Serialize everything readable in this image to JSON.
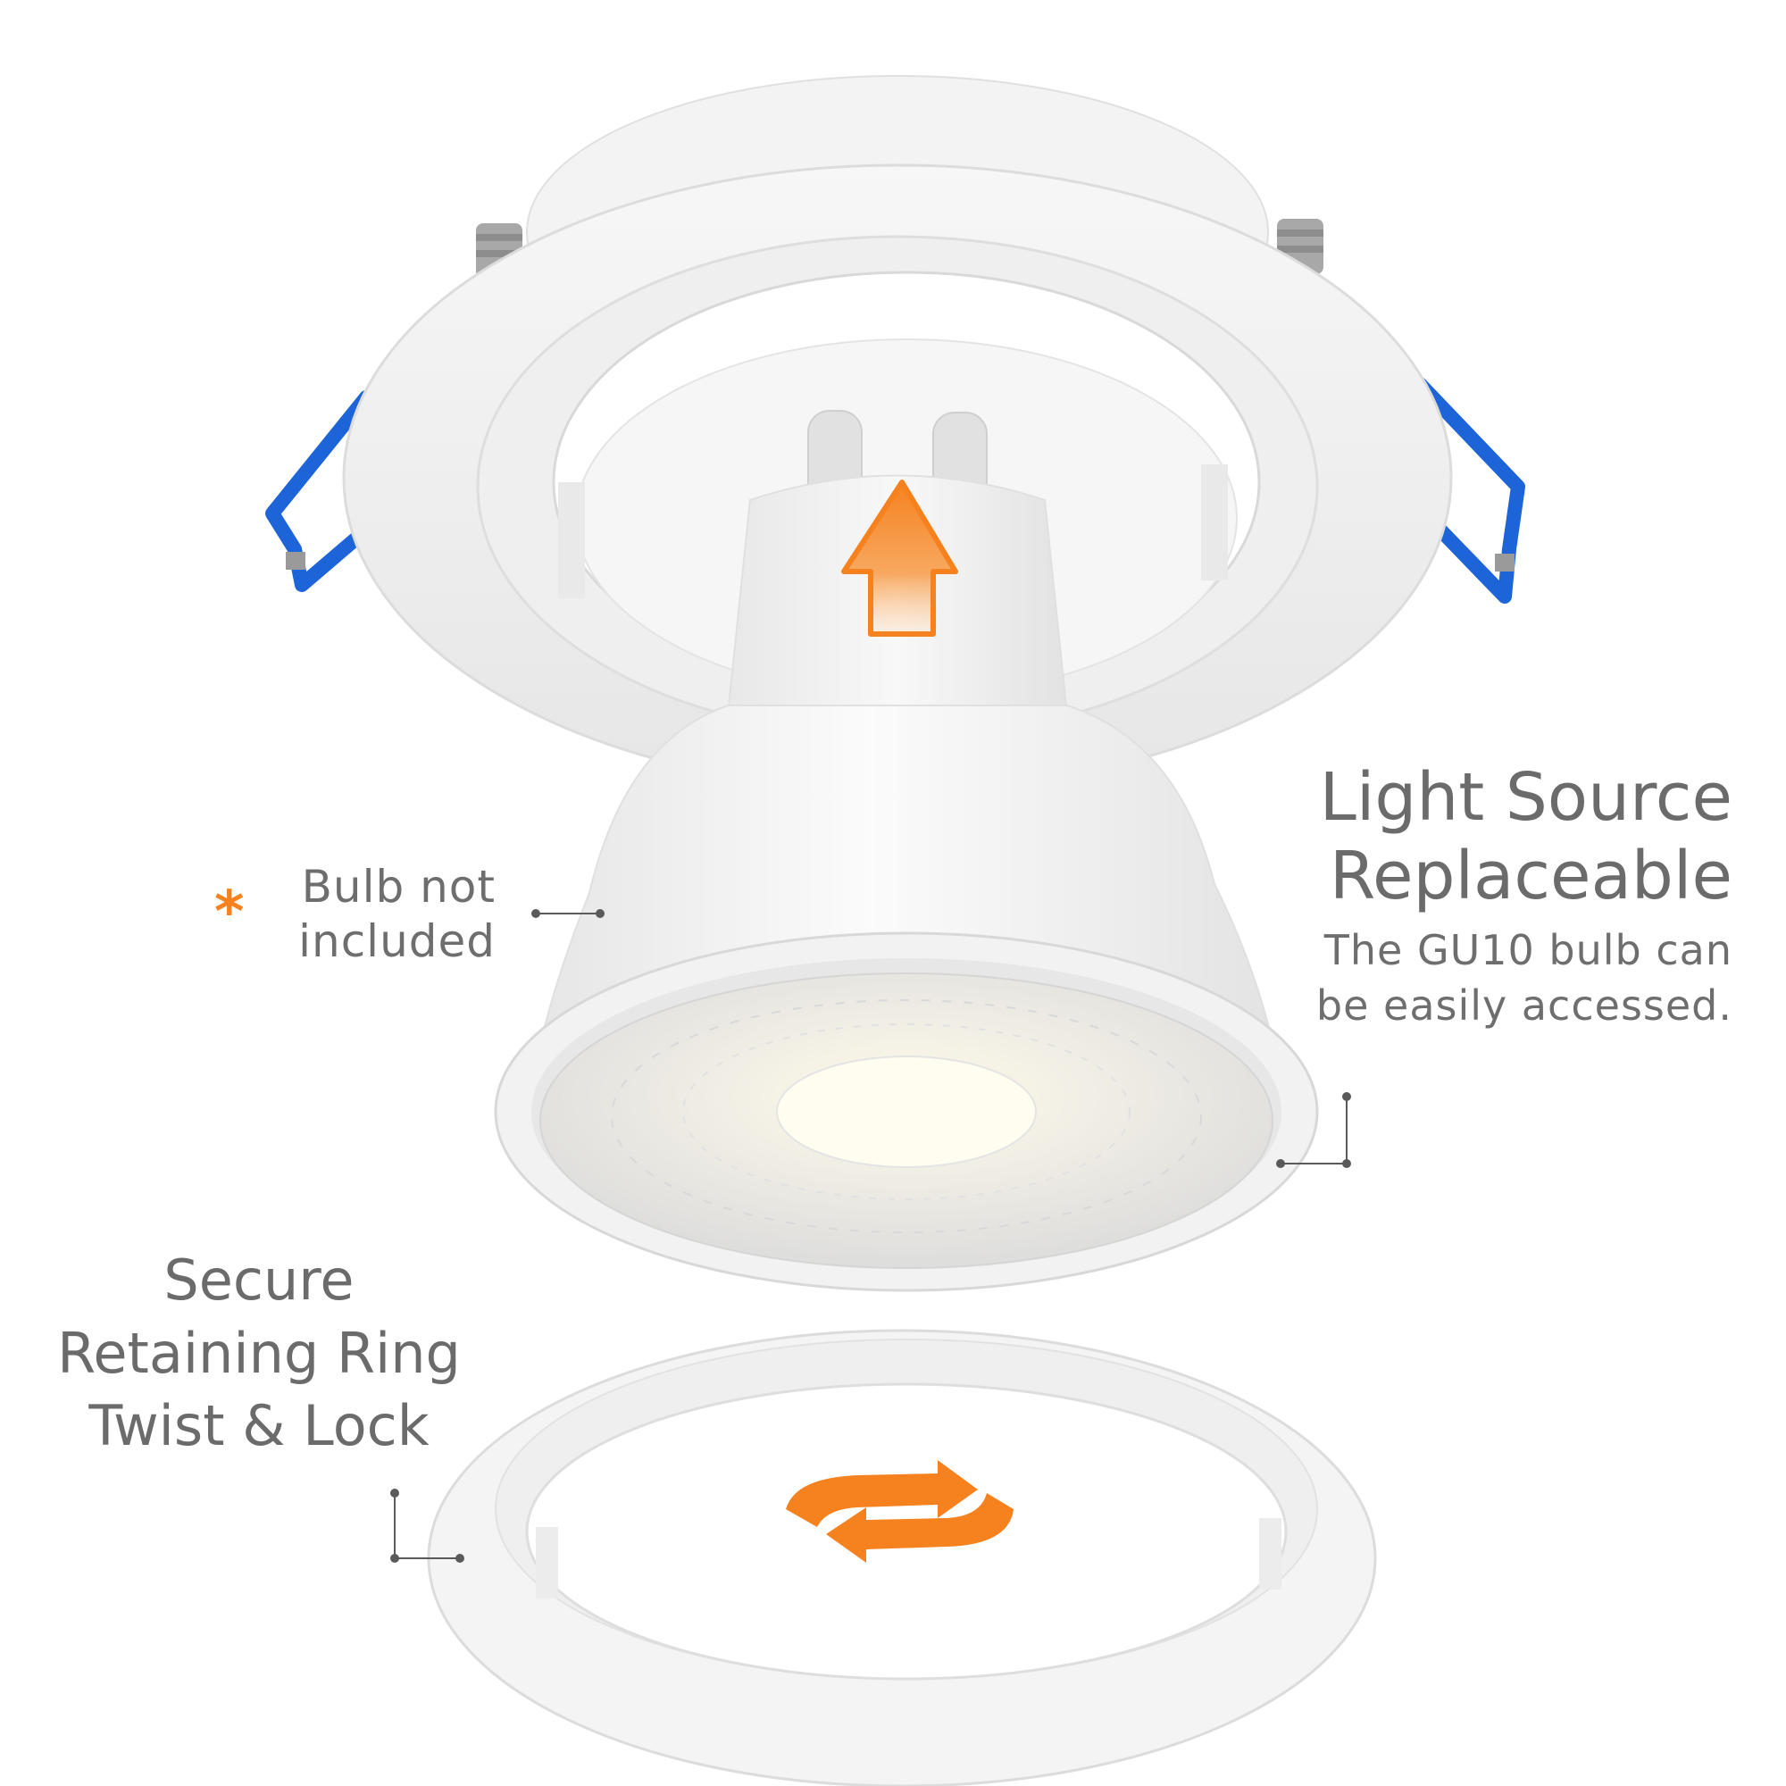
{
  "colors": {
    "accent_orange": "#f5821f",
    "spring_clip_blue": "#1d64d8",
    "text_gray": "#6b6b6b",
    "fixture_white": "#f4f4f4"
  },
  "icons": {
    "up_arrow": "arrow-up-icon",
    "rotate": "rotate-arrows-icon",
    "asterisk": "asterisk-icon"
  },
  "labels": {
    "light_source": {
      "title_line1": "Light Source",
      "title_line2": "Replaceable",
      "subtitle_line1": "The GU10 bulb can",
      "subtitle_line2": "be easily accessed."
    },
    "bulb_note": {
      "asterisk": "*",
      "line1": "Bulb not",
      "line2": "included"
    },
    "retaining_ring": {
      "line1": "Secure",
      "line2": "Retaining Ring",
      "line3": "Twist & Lock"
    }
  }
}
